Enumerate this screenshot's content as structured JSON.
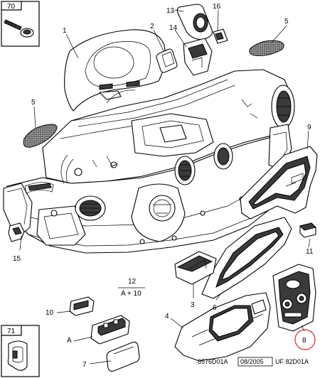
{
  "callouts": {
    "c70": "70",
    "c71": "71",
    "c1": "1",
    "c2": "2",
    "c3": "3",
    "c4": "4",
    "c5a": "5",
    "c5b": "5",
    "c6": "6",
    "c7": "7",
    "c8": "8",
    "c9": "9",
    "c10": "10",
    "c11": "11",
    "c12": "12",
    "c12sub": "A + 10",
    "c13": "13",
    "c14": "14",
    "c15": "15",
    "c16": "16",
    "cA": "A"
  },
  "footer": {
    "code1": "8576D01A",
    "date": "08/2005",
    "code2": "UF 82D01A"
  },
  "colors": {
    "line": "#000000",
    "background": "#ffffff",
    "highlight_circle": "#d9262b"
  }
}
